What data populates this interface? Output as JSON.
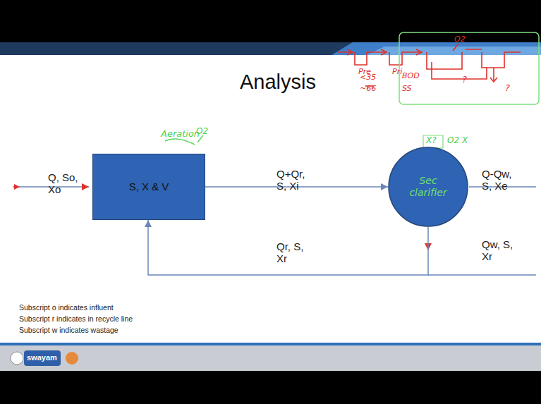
{
  "diagram": {
    "title": "Analysis",
    "nodes": [
      {
        "text": [
          "S, X & V"
        ]
      },
      {
        "text": [
          "Sec clarifier"
        ]
      }
    ],
    "edges": [
      {
        "from": 0,
        "to": 1,
        "arrow": "to",
        "label": "Q+Qr, S, Xi"
      },
      {
        "from": 1,
        "to": 0,
        "arrow": "to",
        "label": "Qr, S, Xr"
      }
    ],
    "labels": [
      "Q, So, Xo",
      "Q-Qw, S, Xe",
      "Qw, S, Xr",
      "Subscript o indicates influent",
      "Subscript r indicates in recycle line",
      "Subscript w indicates wastage",
      "Aeration",
      "O2",
      "Pre",
      "Pri",
      "<35",
      "BOD",
      "~66",
      "SS",
      "?",
      "?",
      "O2",
      "X?",
      "O2 X",
      "swayam"
    ]
  }
}
